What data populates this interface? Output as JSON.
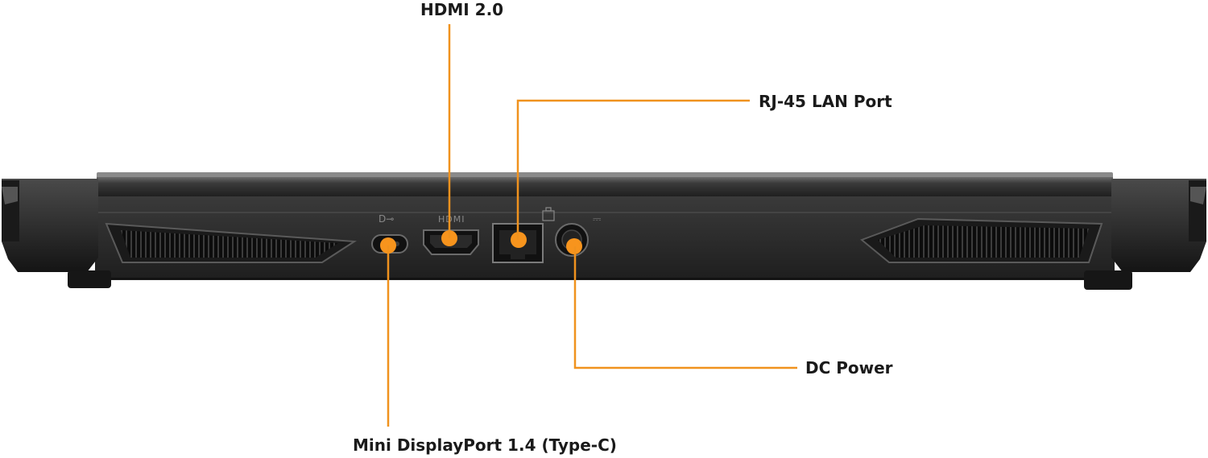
{
  "callouts": {
    "hdmi": "HDMI 2.0",
    "rj45": "RJ-45 LAN Port",
    "dc_power": "DC Power",
    "mini_displayport": "Mini DisplayPort 1.4 (Type-C)"
  },
  "port_markings": {
    "hdmi_logo": "HDMI",
    "typec_logo": "D⊸",
    "dc_logo": "⎓"
  },
  "colors": {
    "callout_line": "#f0921e",
    "highlight": "#f7941d",
    "chassis": "#2b2b2b",
    "text": "#1a1a1a"
  }
}
